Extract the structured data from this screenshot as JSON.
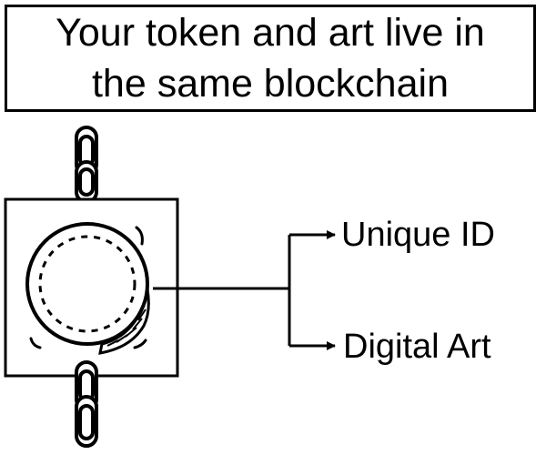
{
  "title": "Your token and art live in\nthe same blockchain",
  "branches": [
    {
      "label": "Unique ID"
    },
    {
      "label": "Digital Art"
    }
  ],
  "icons": {
    "top": "chain-link-icon",
    "coin": "coin-icon",
    "bottom": "chain-link-icon"
  }
}
